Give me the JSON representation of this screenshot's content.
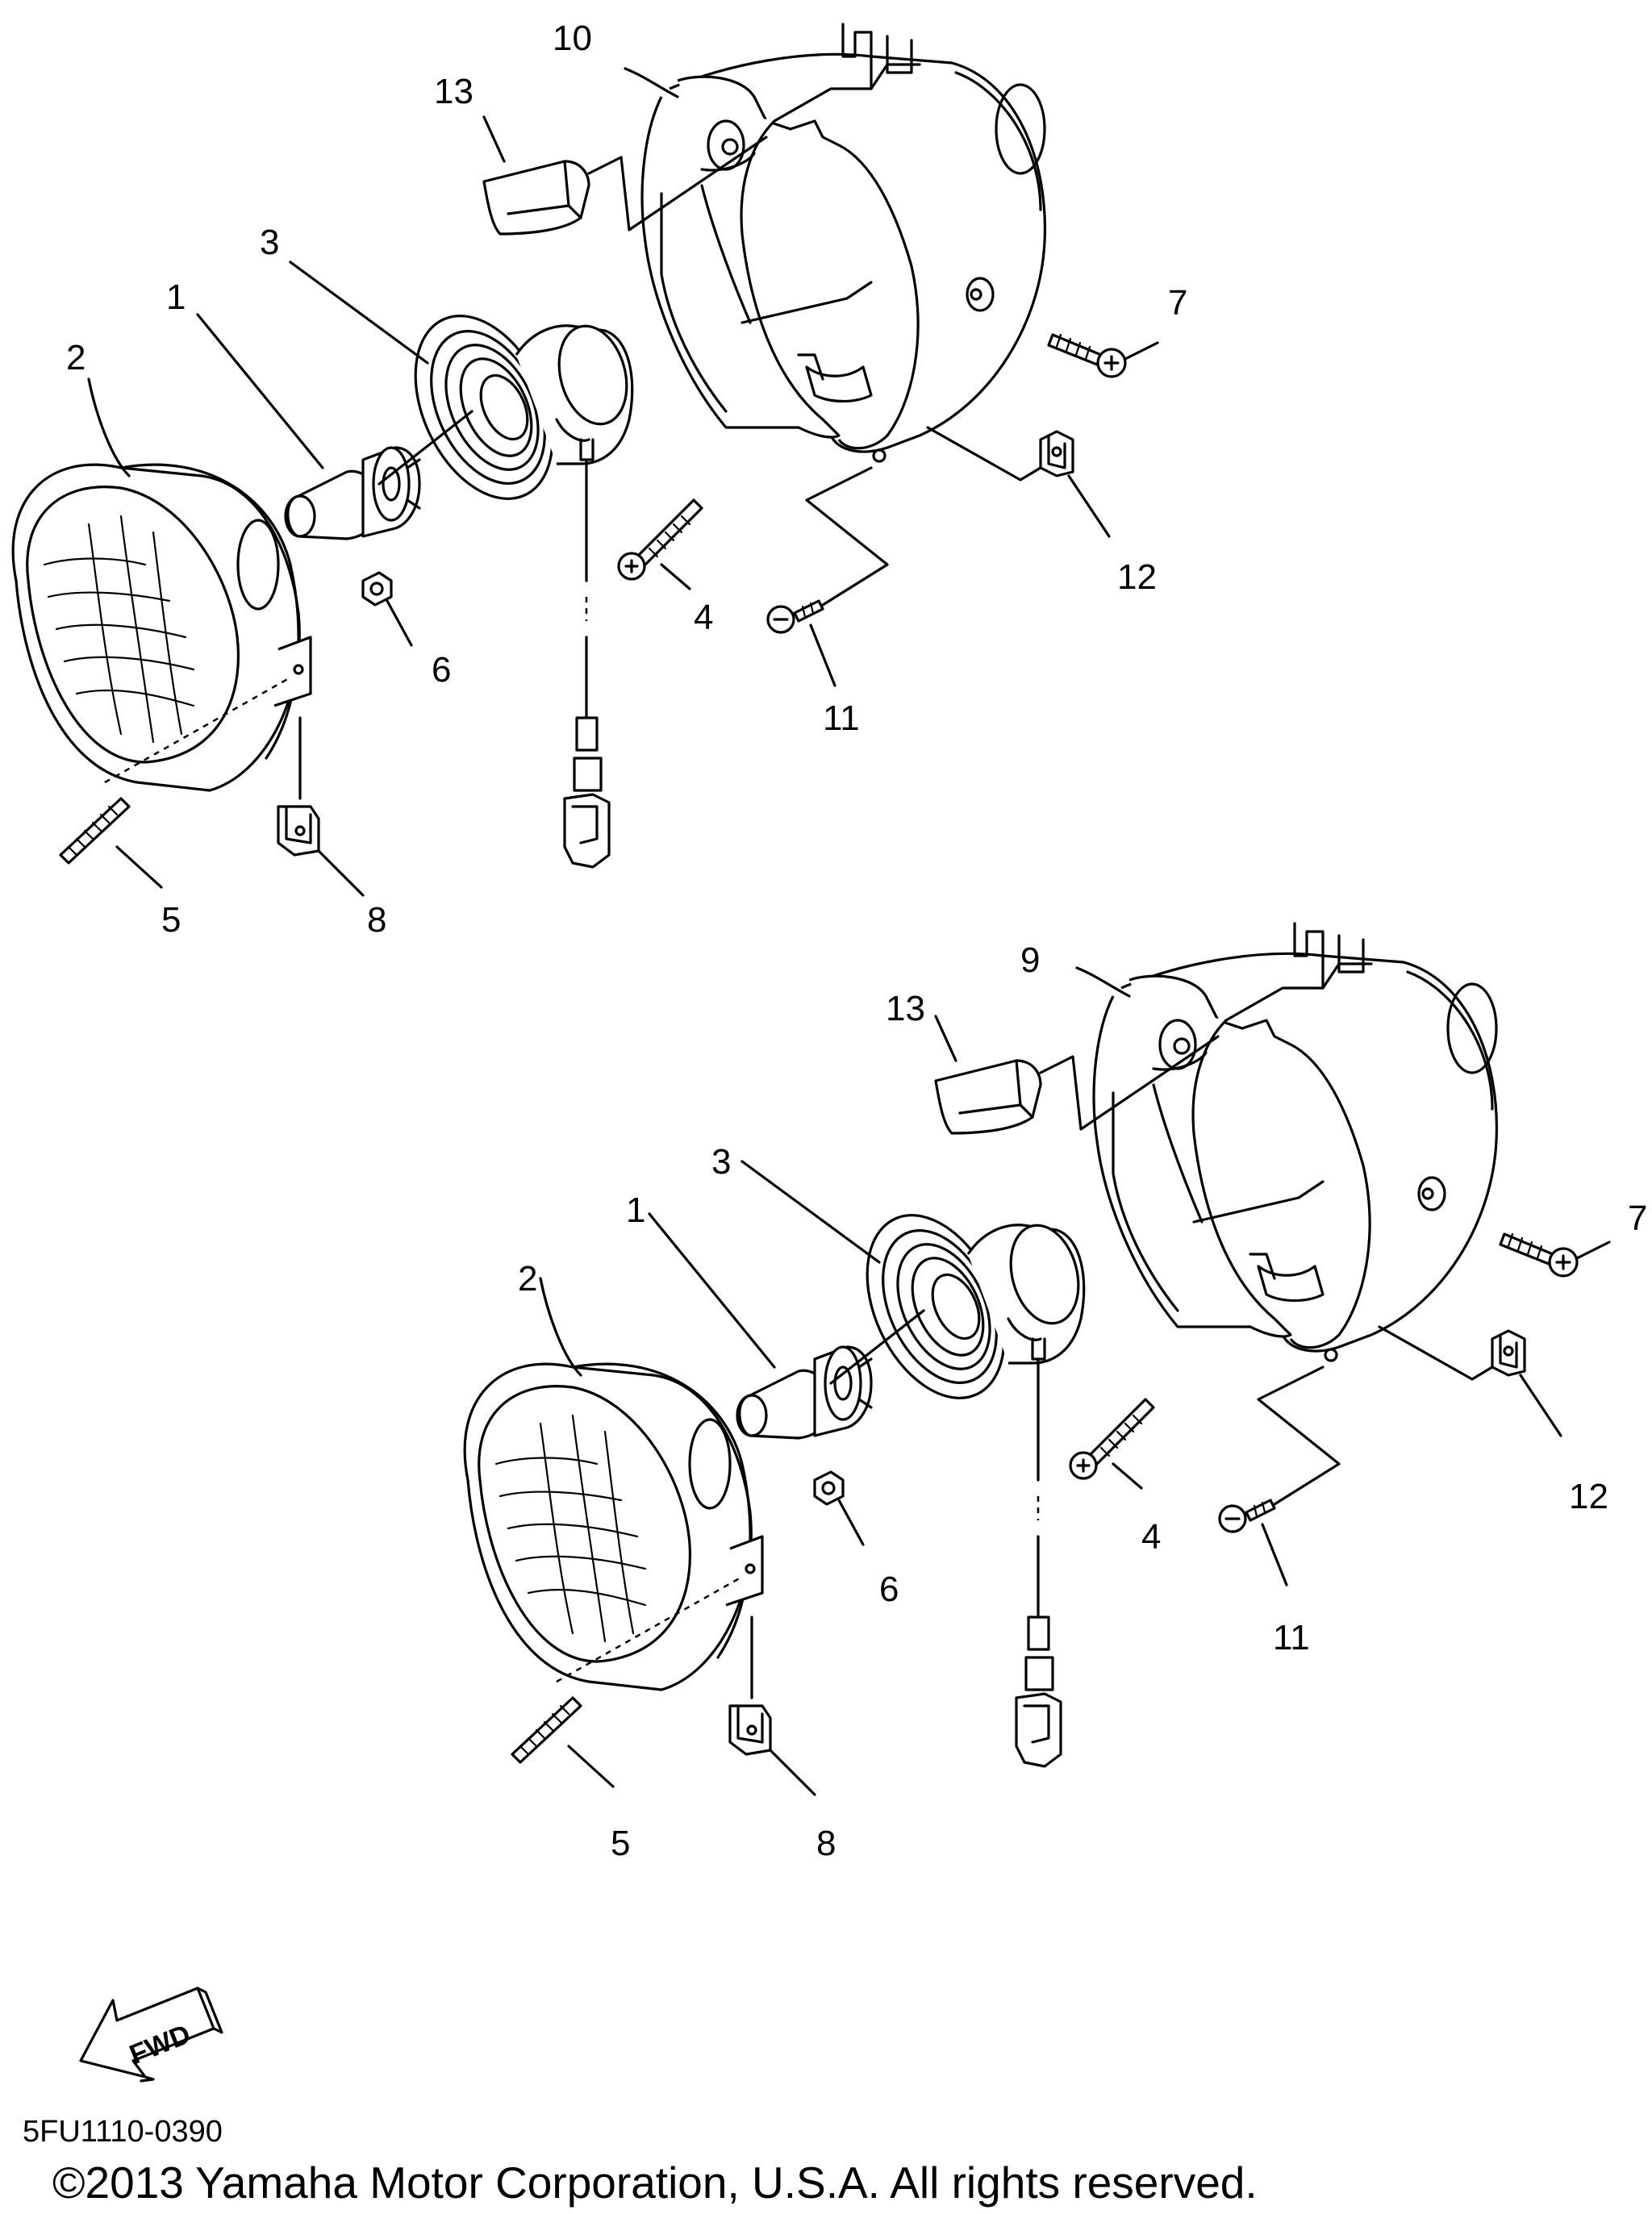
{
  "diagram": {
    "part_code": "5FU1110-0390",
    "copyright": "©2013 Yamaha Motor Corporation, U.S.A. All rights reserved.",
    "fwd_label": "FWD",
    "assemblies": [
      {
        "callouts": [
          "1",
          "2",
          "3",
          "4",
          "5",
          "6",
          "7",
          "8",
          "10",
          "11",
          "12",
          "13"
        ]
      },
      {
        "callouts": [
          "1",
          "2",
          "3",
          "4",
          "5",
          "6",
          "7",
          "8",
          "9",
          "11",
          "12",
          "13"
        ]
      }
    ]
  }
}
